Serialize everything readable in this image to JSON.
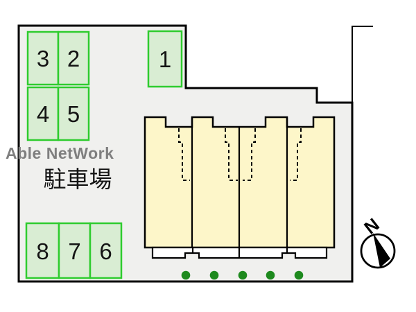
{
  "plan": {
    "watermark": "Able NetWork",
    "area_label": "駐車場",
    "compass": {
      "label": "N"
    },
    "parking": {
      "groups": [
        {
          "id": "upper-left",
          "spaces": [
            "3",
            "2",
            "4",
            "5"
          ]
        },
        {
          "id": "upper-middle",
          "spaces": [
            "1"
          ]
        },
        {
          "id": "lower-left",
          "spaces": [
            "8",
            "7",
            "6"
          ]
        }
      ]
    },
    "building": {
      "unit_count": 4,
      "tree_dot_count": 5
    }
  },
  "colors": {
    "background": "#ffffff",
    "site_fill": "#f0f0ee",
    "boundary": "#000000",
    "space_fill": "#d9edd3",
    "space_border": "#2ecc2e",
    "building_fill": "#fdf6c9",
    "building_outline": "#000000",
    "porch_fill": "#ffffff",
    "tree_dot": "#1e8a1e",
    "watermark_text": "#7f7f7f",
    "label_text": "#141414"
  }
}
